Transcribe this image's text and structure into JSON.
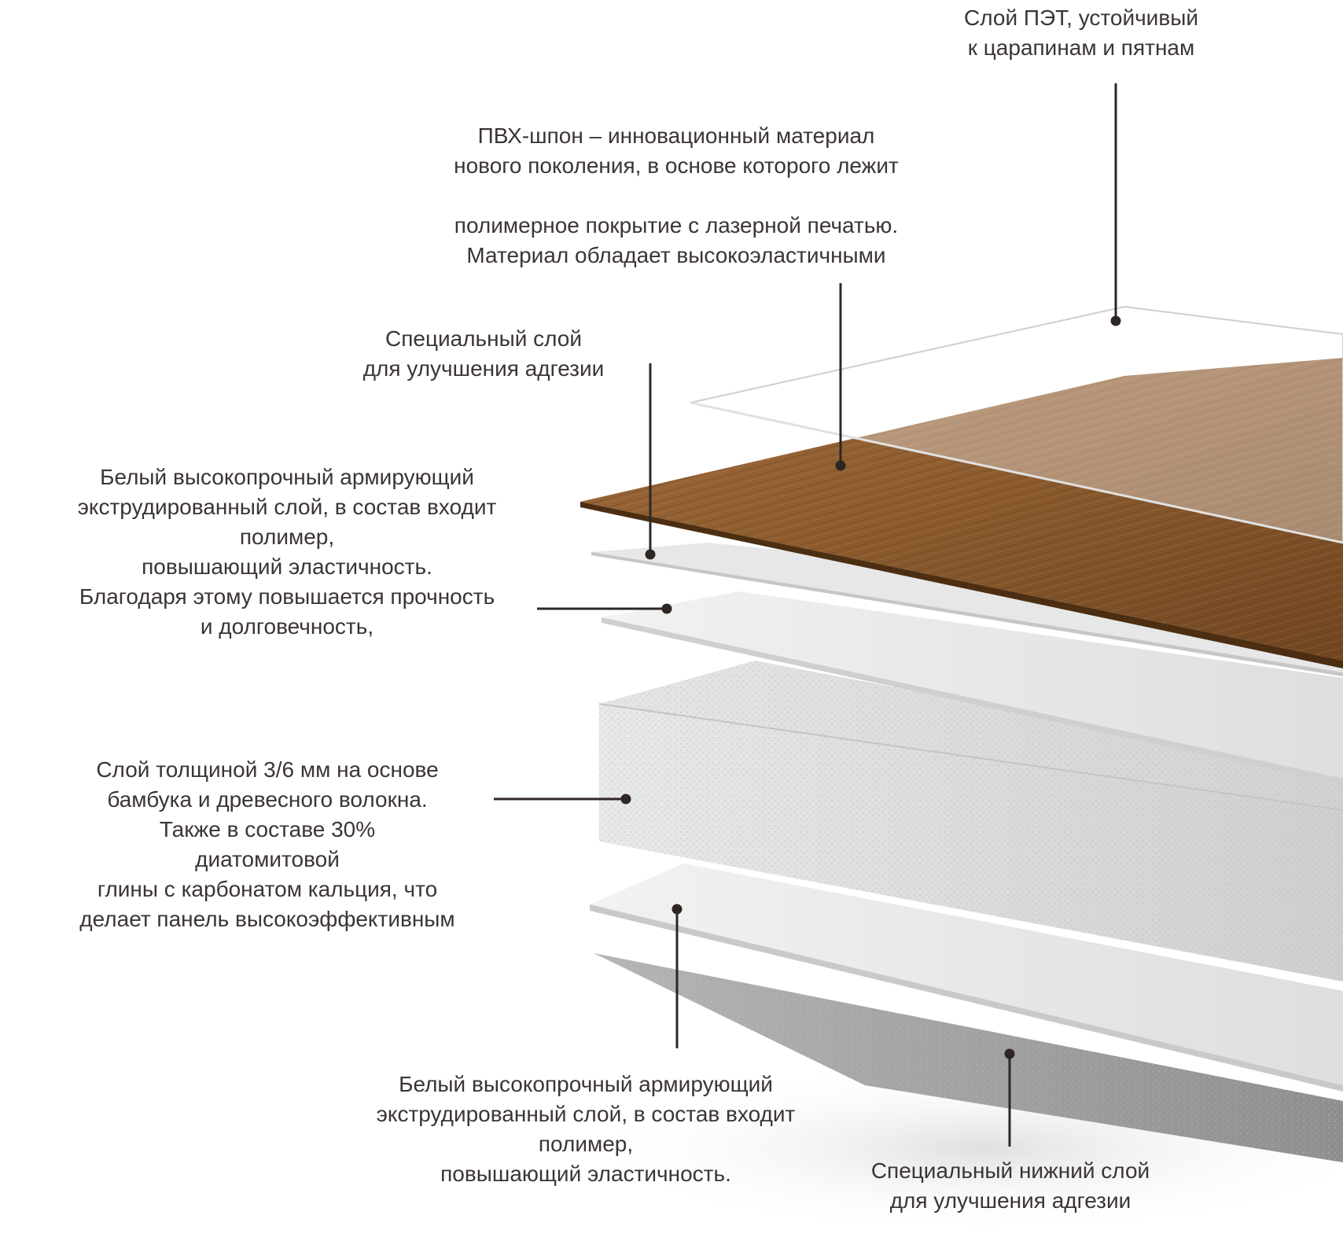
{
  "colors": {
    "text": "#3b3533",
    "leader": "#2e2724",
    "wood": "#8b5a2b",
    "wood_dark": "#5e3a17",
    "core": "#dcdcdc",
    "bottom": "#9a9a9a"
  },
  "labels": {
    "pet_layer": [
      "Слой ПЭТ, устойчивый",
      "к царапинам и пятнам"
    ],
    "pvc_veneer_top": [
      "ПВХ-шпон – инновационный материал",
      "нового поколения, в основе которого лежит"
    ],
    "pvc_veneer_bottom": [
      "полимерное покрытие с лазерной печатью.",
      "Материал обладает высокоэластичными"
    ],
    "adhesion_layer": [
      "Специальный слой",
      "для улучшения адгезии"
    ],
    "white_layer_top": [
      "Белый высокопрочный армирующий",
      "экструдированный слой, в состав входит",
      "полимер,",
      "повышающий эластичность.",
      "Благодаря этому повышается прочность",
      "и долговечность,"
    ],
    "core_layer": [
      "Слой толщиной 3/6 мм на основе",
      "бамбука и древесного волокна.",
      "Также в составе 30%",
      "диатомитовой",
      "глины с карбонатом кальция, что",
      "делает панель высокоэффективным"
    ],
    "white_layer_bottom": [
      "Белый высокопрочный армирующий",
      "экструдированный слой, в состав входит",
      "полимер,",
      "повышающий эластичность."
    ],
    "bottom_adhesion_layer": [
      "Специальный нижний слой",
      "для улучшения адгезии"
    ]
  }
}
